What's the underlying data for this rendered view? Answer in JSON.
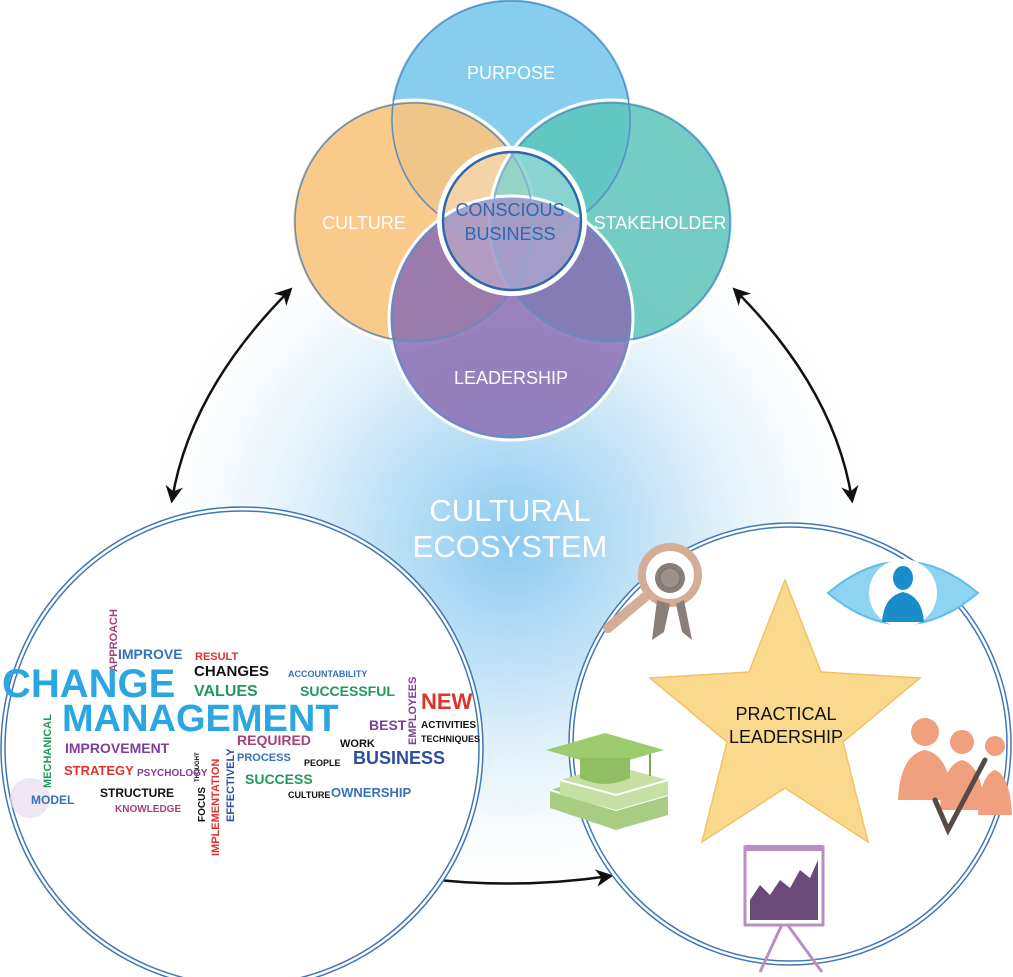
{
  "venn": {
    "purpose": "PURPOSE",
    "culture": "CULTURE",
    "stakeholder": "STAKEHOLDER",
    "leadership": "LEADERSHIP",
    "center_line1": "CONSCIOUS",
    "center_line2": "BUSINESS"
  },
  "center": {
    "line1": "CULTURAL",
    "line2": "ECOSYSTEM"
  },
  "practical": {
    "line1": "PRACTICAL",
    "line2": "LEADERSHIP"
  },
  "word_cloud": {
    "change": "CHANGE",
    "management": "MANAGEMENT",
    "approach": "APPROACH",
    "improve": "IMPROVE",
    "result": "RESULT",
    "changes": "CHANGES",
    "accountability": "ACCOUNTABILITY",
    "values": "VALUES",
    "successful": "SUCCESSFUL",
    "employees": "EMPLOYEES",
    "new": "NEW",
    "best": "BEST",
    "activities": "ACTIVITIES",
    "techniques": "TECHNIQUES",
    "mechanical": "MECHANICAL",
    "improvement": "IMPROVEMENT",
    "thought": "THOUGHT",
    "required": "REQUIRED",
    "work": "WORK",
    "business": "BUSINESS",
    "process": "PROCESS",
    "people": "PEOPLE",
    "strategy": "STRATEGY",
    "psychology": "PSYCHOLOGY",
    "effectively": "EFFECTIVELY",
    "success": "SUCCESS",
    "model": "MODEL",
    "structure": "STRUCTURE",
    "focus": "FOCUS",
    "implementation": "IMPLEMENTATION",
    "culture": "CULTURE",
    "ownership": "OWNERSHIP",
    "knowledge": "KNOWLEDGE"
  },
  "colors": {
    "purpose": "#87ceee",
    "culture": "#f9c57f",
    "stakeholder": "#72cdc3",
    "leadership": "#8f74b6",
    "glow": "#9fd3f0",
    "ring": "#3f77b5",
    "star": "#fbd98c",
    "people": "#f0a07f"
  },
  "icons": [
    "magnifier-ribbon-icon",
    "eye-person-icon",
    "graduation-books-icon",
    "team-people-icon",
    "easel-chart-icon"
  ]
}
